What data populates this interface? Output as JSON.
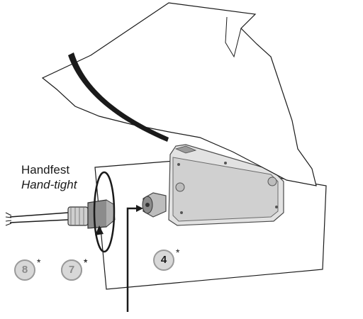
{
  "labels": {
    "handfest": "Handfest",
    "hand_tight": "Hand-tight"
  },
  "callouts": {
    "part8": "8",
    "part7": "7",
    "part4": "4",
    "asterisk": "*"
  },
  "colors": {
    "line": "#1a1a1a",
    "panel_fill": "#ffffff",
    "device_fill": "#d9d9d9",
    "device_dark": "#8c8c8c",
    "callout_fill": "#d8d8d8",
    "callout_border": "#9a9a9a"
  }
}
